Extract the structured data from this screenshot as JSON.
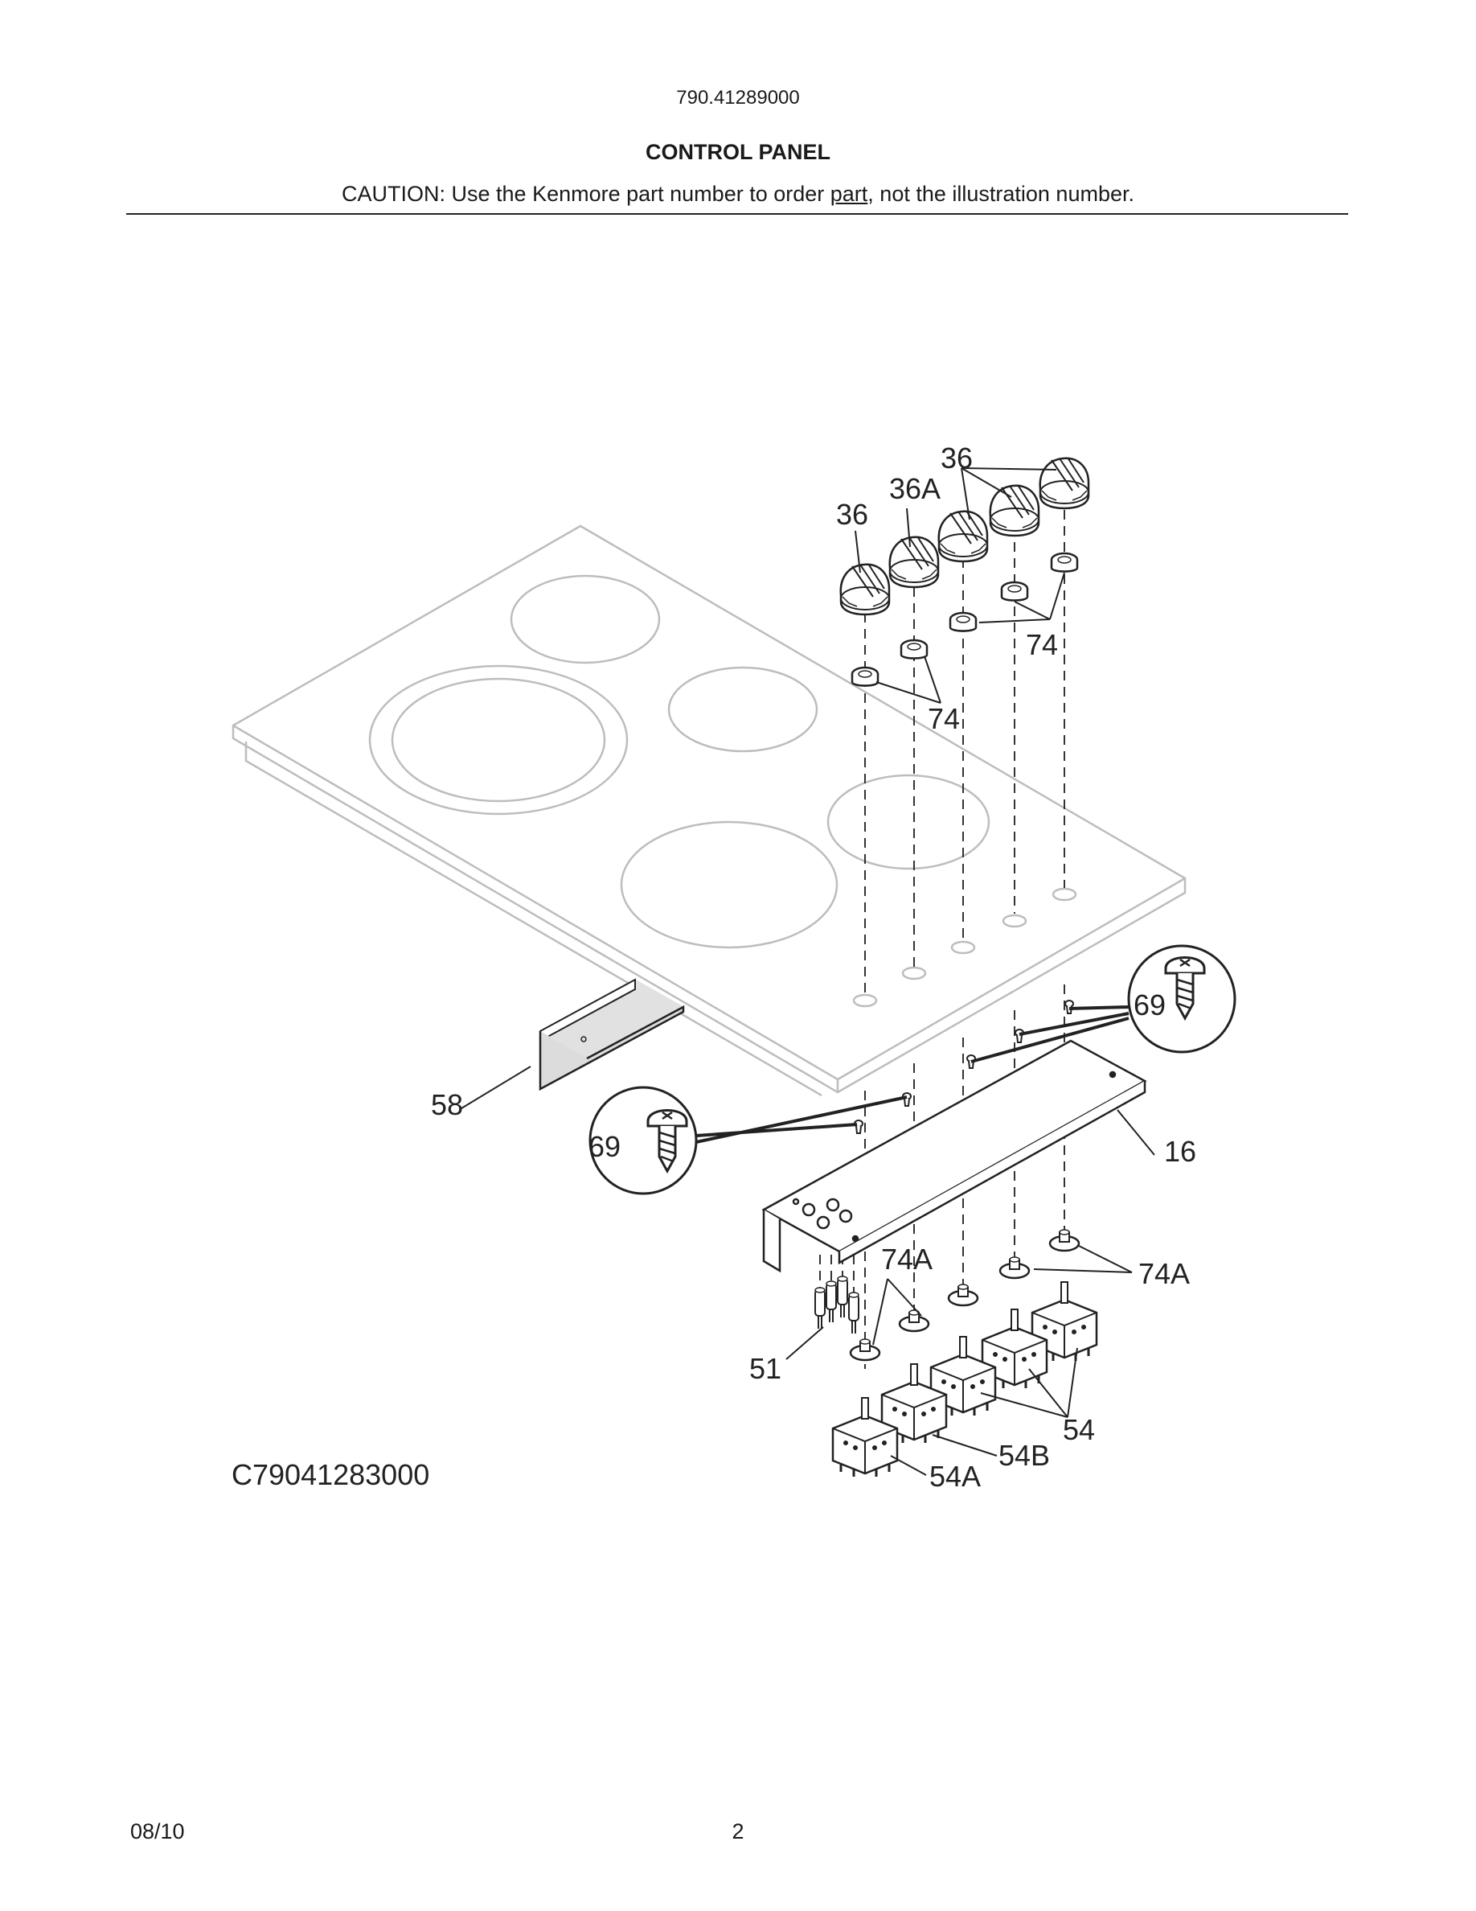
{
  "header": {
    "model_number": "790.41289000",
    "title": "CONTROL PANEL",
    "caution_before": "CAUTION: Use the Kenmore part number to order ",
    "caution_underlined": "part",
    "caution_after": ", not the illustration number."
  },
  "diagram": {
    "illustration_code": "C79041283000",
    "callouts": {
      "c36_left": "36",
      "c36a": "36A",
      "c36_top": "36",
      "c74_right": "74",
      "c74_left": "74",
      "c69_right": "69",
      "c69_left": "69",
      "c58": "58",
      "c16": "16",
      "c74a_left": "74A",
      "c74a_right": "74A",
      "c51": "51",
      "c54": "54",
      "c54b": "54B",
      "c54a": "54A"
    }
  },
  "footer": {
    "date": "08/10",
    "page": "2"
  }
}
